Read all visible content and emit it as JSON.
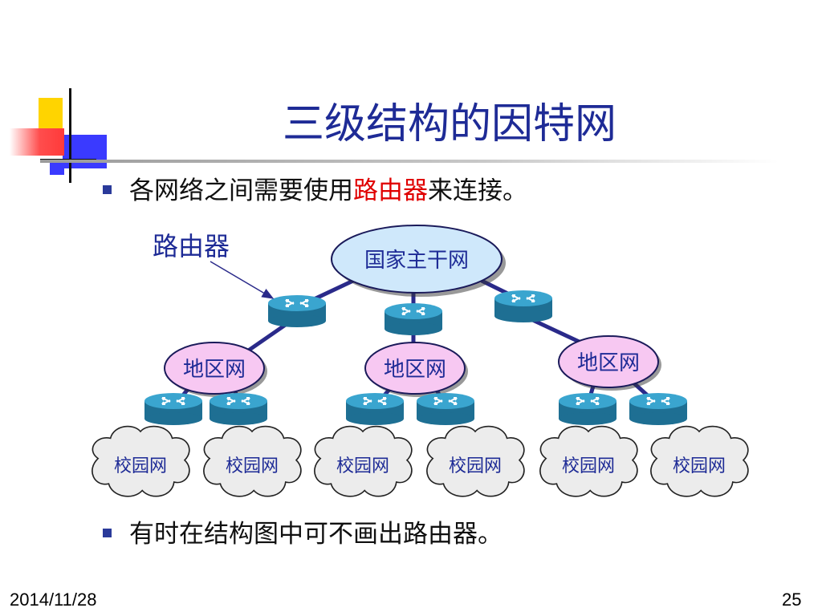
{
  "title": "三级结构的因特网",
  "bullets": [
    {
      "before": "各网络之间需要使用",
      "highlight": "路由器",
      "after": "来连接。"
    },
    {
      "text": "有时在结构图中可不画出路由器。"
    }
  ],
  "diagram": {
    "router_callout": "路由器",
    "backbone": "国家主干网",
    "regional": [
      "地区网",
      "地区网",
      "地区网"
    ],
    "campus": [
      "校园网",
      "校园网",
      "校园网",
      "校园网",
      "校园网",
      "校园网"
    ]
  },
  "footer": {
    "date": "2014/11/28",
    "page": "25"
  },
  "colors": {
    "title": "#1e2b96",
    "highlight": "#e00000",
    "backbone_fill": "#cfe8fb",
    "regional_fill": "#f7c8f2",
    "router": "#2a8fb5",
    "link": "#2a2a8a"
  }
}
